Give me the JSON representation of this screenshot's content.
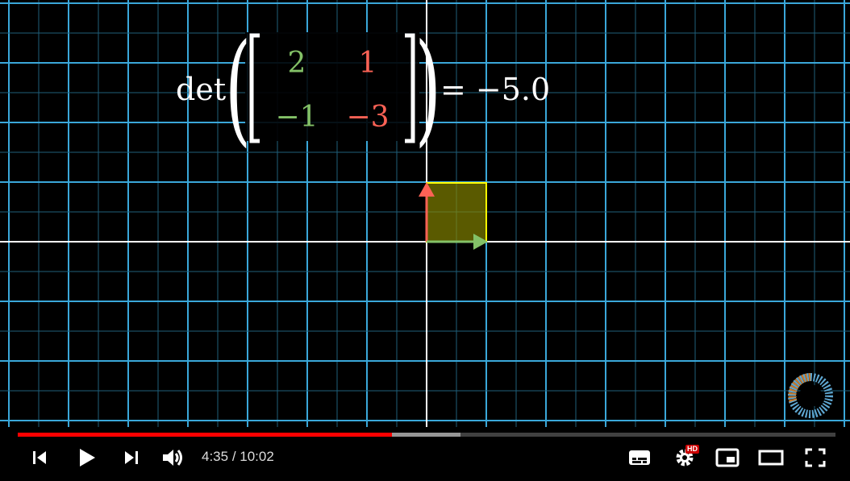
{
  "video": {
    "formula": {
      "prefix": "det",
      "matrix": [
        [
          "2",
          "1"
        ],
        [
          "−1",
          "−3"
        ]
      ],
      "result": "= −5.0"
    },
    "colors": {
      "background": "#000000",
      "grid": "#3aa7d9",
      "grid_faint": "#1f5f7a",
      "axis": "#ffffff",
      "column_one": "#83c167",
      "column_two": "#fc6255",
      "area_fill": "#8a8a00",
      "area_stroke": "#ffff00"
    }
  },
  "player": {
    "progress": {
      "played_fraction": 0.458,
      "buffered_fraction": 0.541
    },
    "time": {
      "current": "4:35",
      "separator": " / ",
      "duration": "10:02"
    },
    "settings_badge": "HD",
    "colors": {
      "progress_played": "#ff0000",
      "text": "#dddddd"
    },
    "icons": {
      "previous": "skip-previous-icon",
      "play": "play-icon",
      "next": "skip-next-icon",
      "volume": "volume-icon",
      "subtitles": "subtitles-icon",
      "settings": "gear-icon",
      "miniplayer": "miniplayer-icon",
      "theater": "theater-mode-icon",
      "fullscreen": "fullscreen-icon"
    }
  }
}
